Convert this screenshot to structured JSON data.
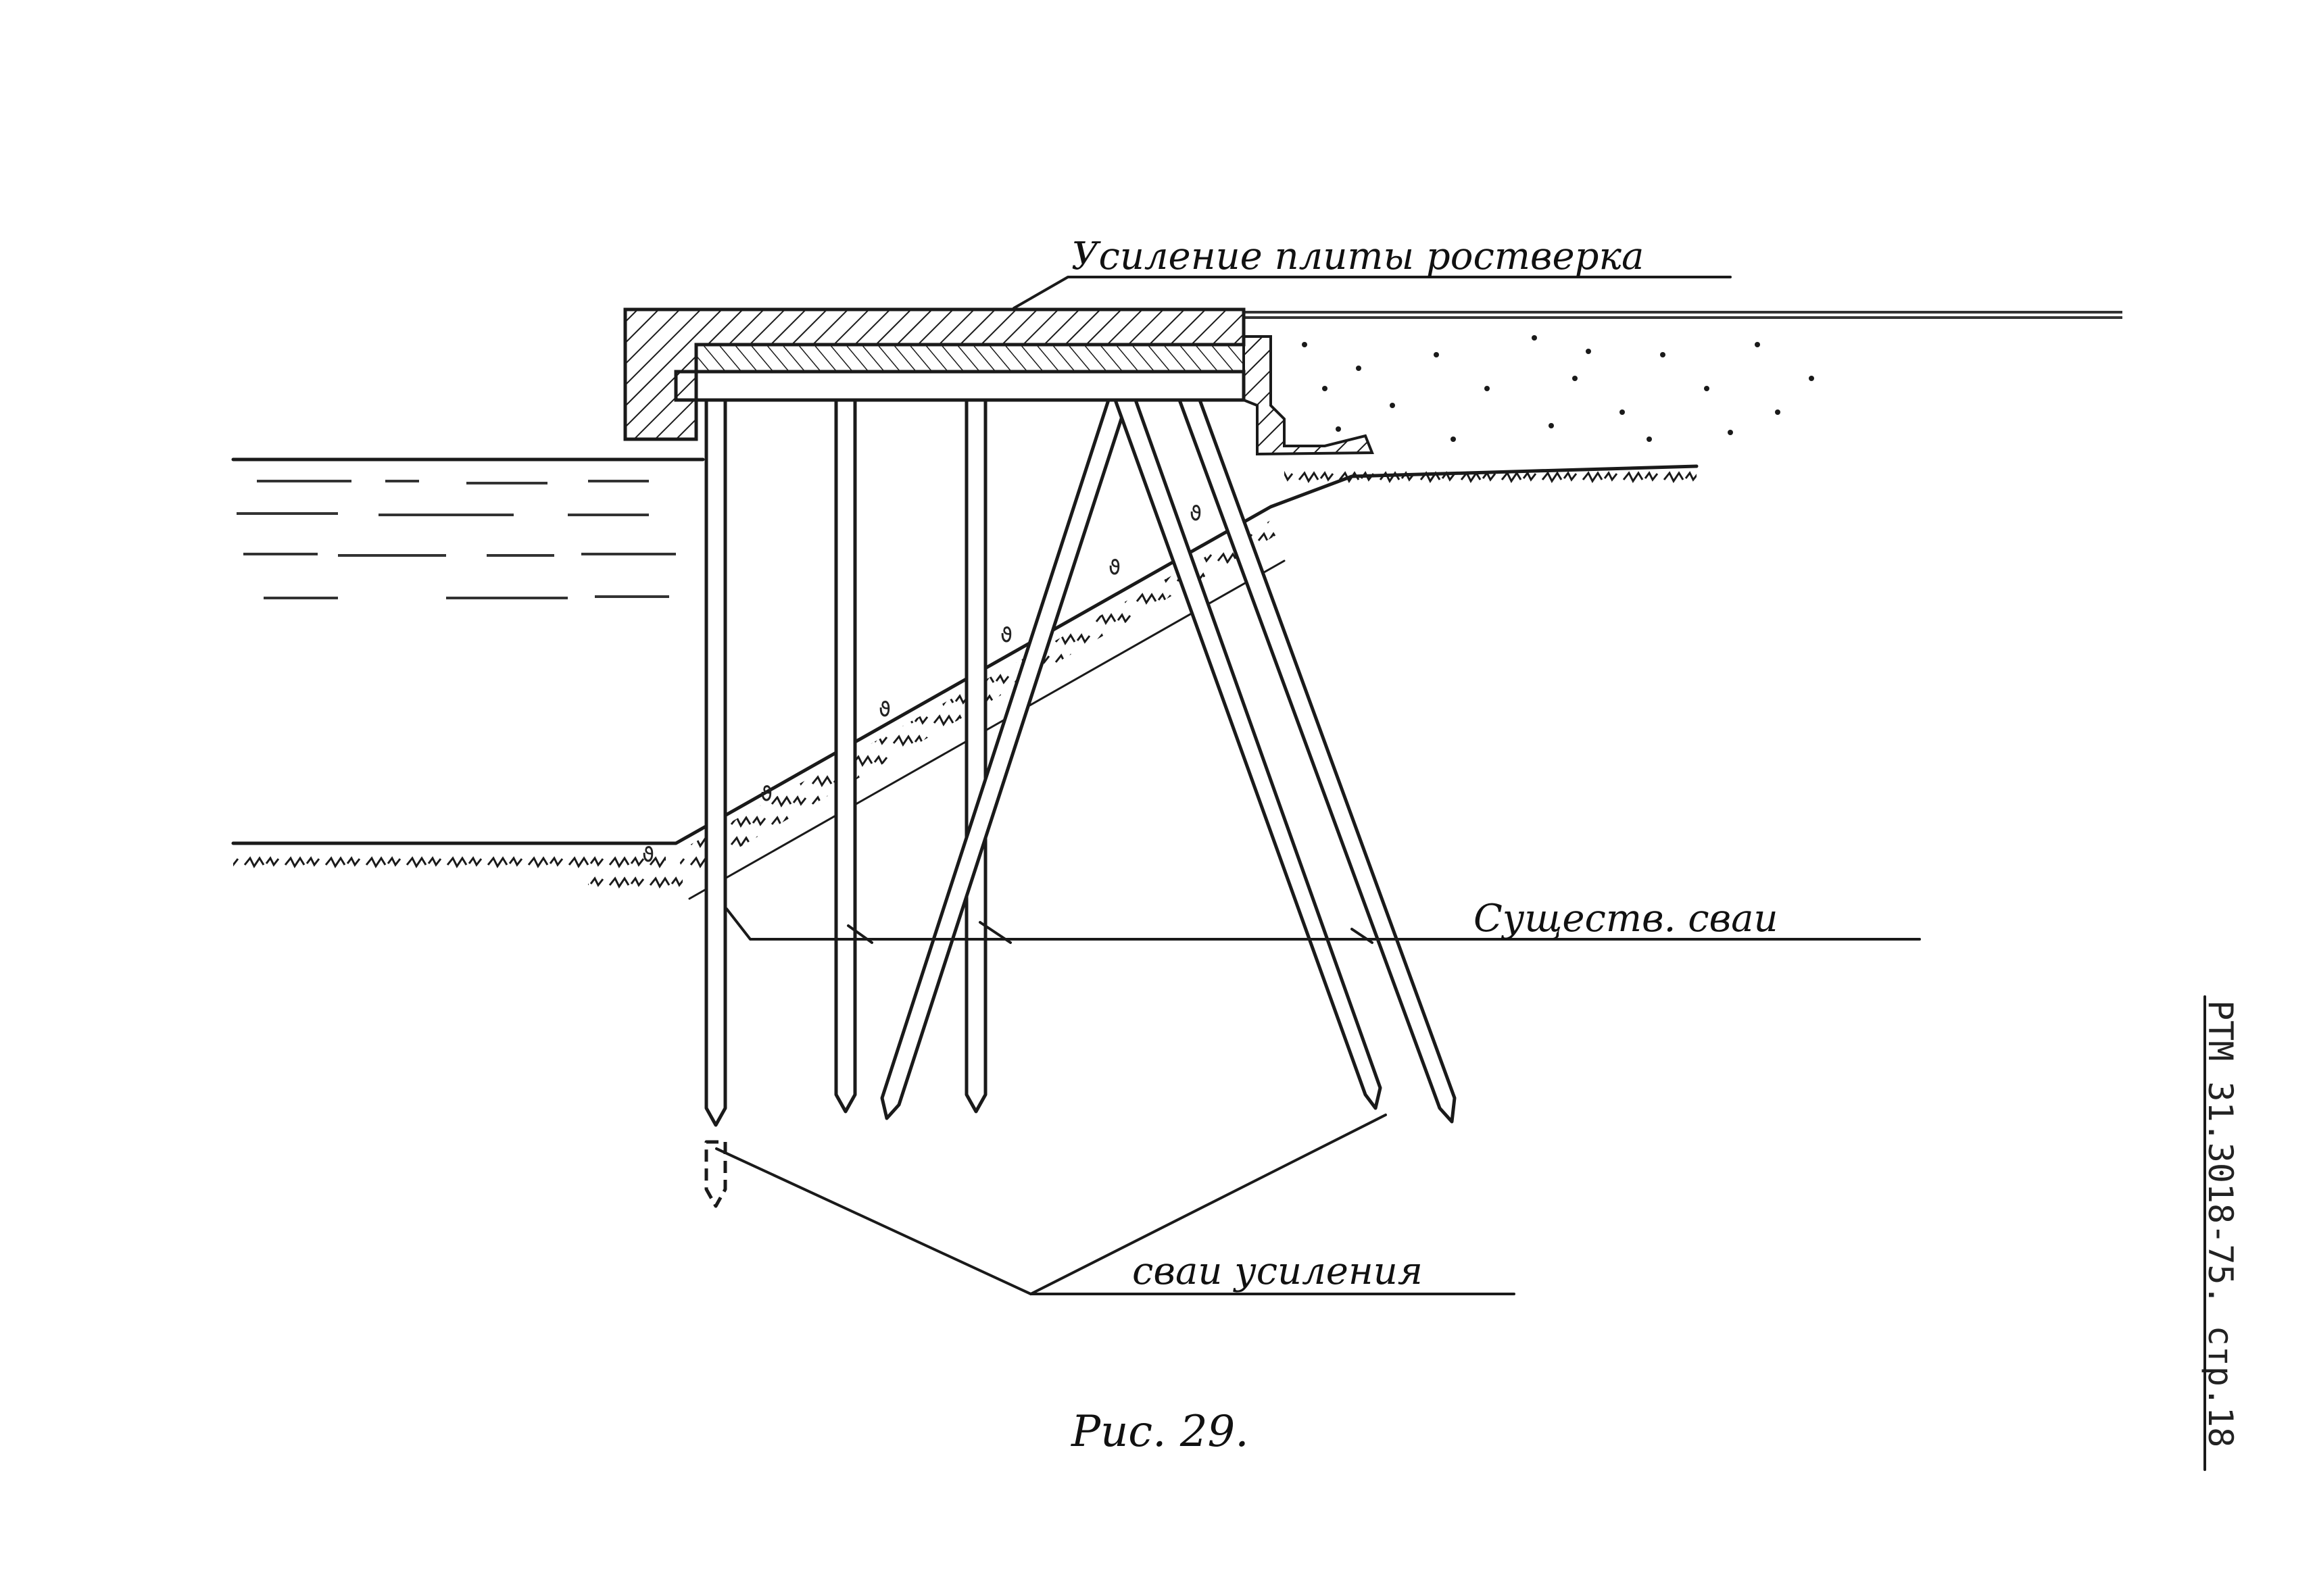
{
  "labels": {
    "slab_reinforcement": "Усиление плиты ростверка",
    "existing_piles": "Существ. сваи",
    "reinforcement_piles": "сваи усиления",
    "figure_caption": "Рис. 29.",
    "side_stamp": "РТМ 31.3018-75. стр.18"
  },
  "colors": {
    "ink": "#1a1a1a",
    "paper": "#ffffff"
  }
}
